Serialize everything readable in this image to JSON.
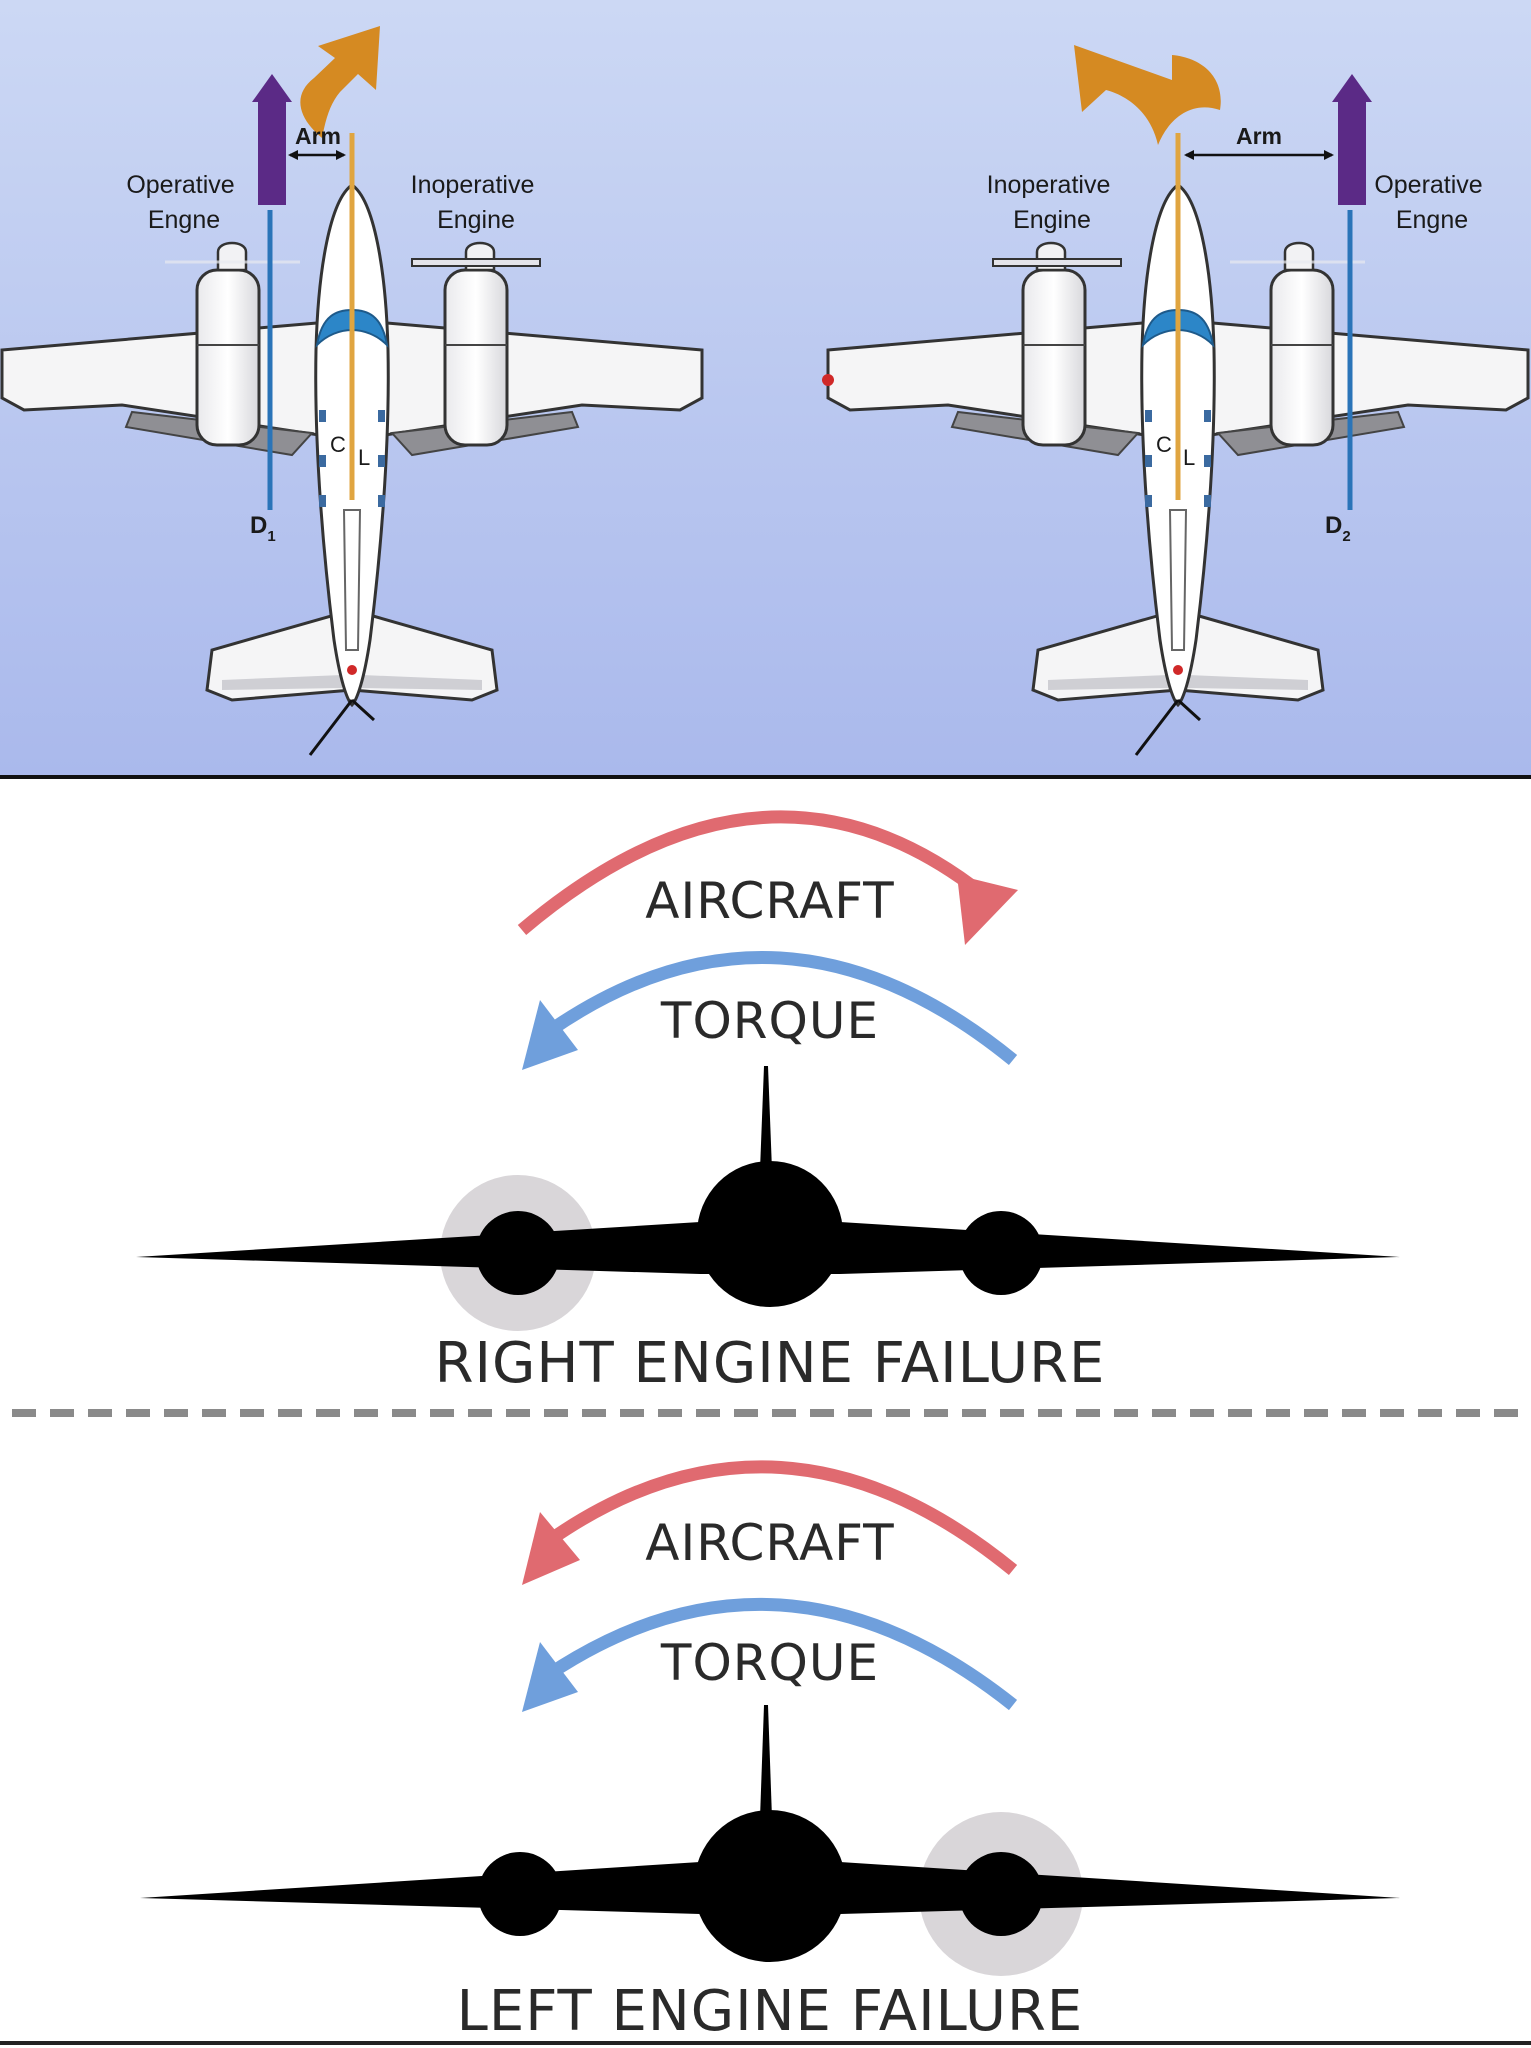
{
  "top_left": {
    "operative_line1": "Operative",
    "operative_line2": "Engne",
    "inoperative_line1": "Inoperative",
    "inoperative_line2": "Engine",
    "arm_label": "Arm",
    "d_label": "D",
    "d_sub": "1",
    "cl_c": "C",
    "cl_l": "L"
  },
  "top_right": {
    "inoperative_line1": "Inoperative",
    "inoperative_line2": "Engine",
    "operative_line1": "Operative",
    "operative_line2": "Engne",
    "arm_label": "Arm",
    "d_label": "D",
    "d_sub": "2",
    "cl_c": "C",
    "cl_l": "L"
  },
  "right_failure": {
    "aircraft_label": "AIRCRAFT",
    "torque_label": "TORQUE",
    "title": "RIGHT ENGINE FAILURE"
  },
  "left_failure": {
    "aircraft_label": "AIRCRAFT",
    "torque_label": "TORQUE",
    "title": "LEFT ENGINE FAILURE"
  },
  "colors": {
    "sky_top": "#c9d6f3",
    "sky_bottom": "#aebdee",
    "thrust_arrow": "#5b2a86",
    "yaw_arrow": "#d58a22",
    "centerline": "#e0a540",
    "drag_line": "#2a74b8",
    "aircraft_arc": "#e06a70",
    "torque_arc": "#6f9fdc",
    "silhouette": "#000000",
    "failed_engine_halo": "#d9d6d9"
  }
}
